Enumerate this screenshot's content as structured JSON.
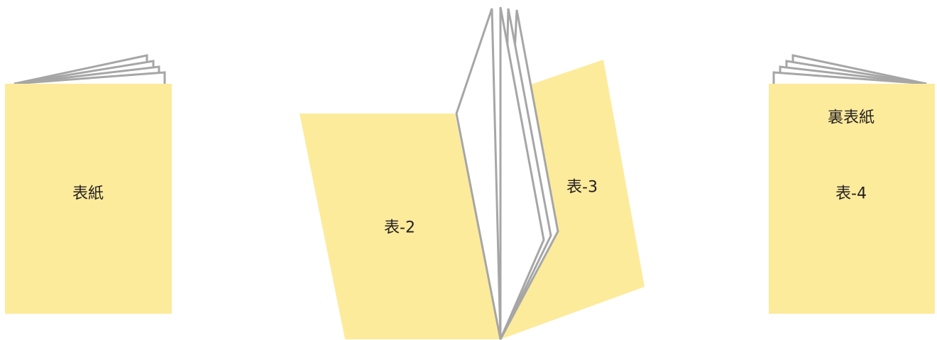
{
  "colors": {
    "cover_fill": "#fdeb9c",
    "page_stroke": "#a6a6a6",
    "page_fill": "#ffffff",
    "text": "#231f20"
  },
  "booklets": {
    "front": {
      "cover_label": "表紙"
    },
    "open": {
      "left_label": "表-2",
      "right_label": "表-3"
    },
    "back": {
      "title_label": "裏表紙",
      "cover_label": "表-4"
    }
  }
}
